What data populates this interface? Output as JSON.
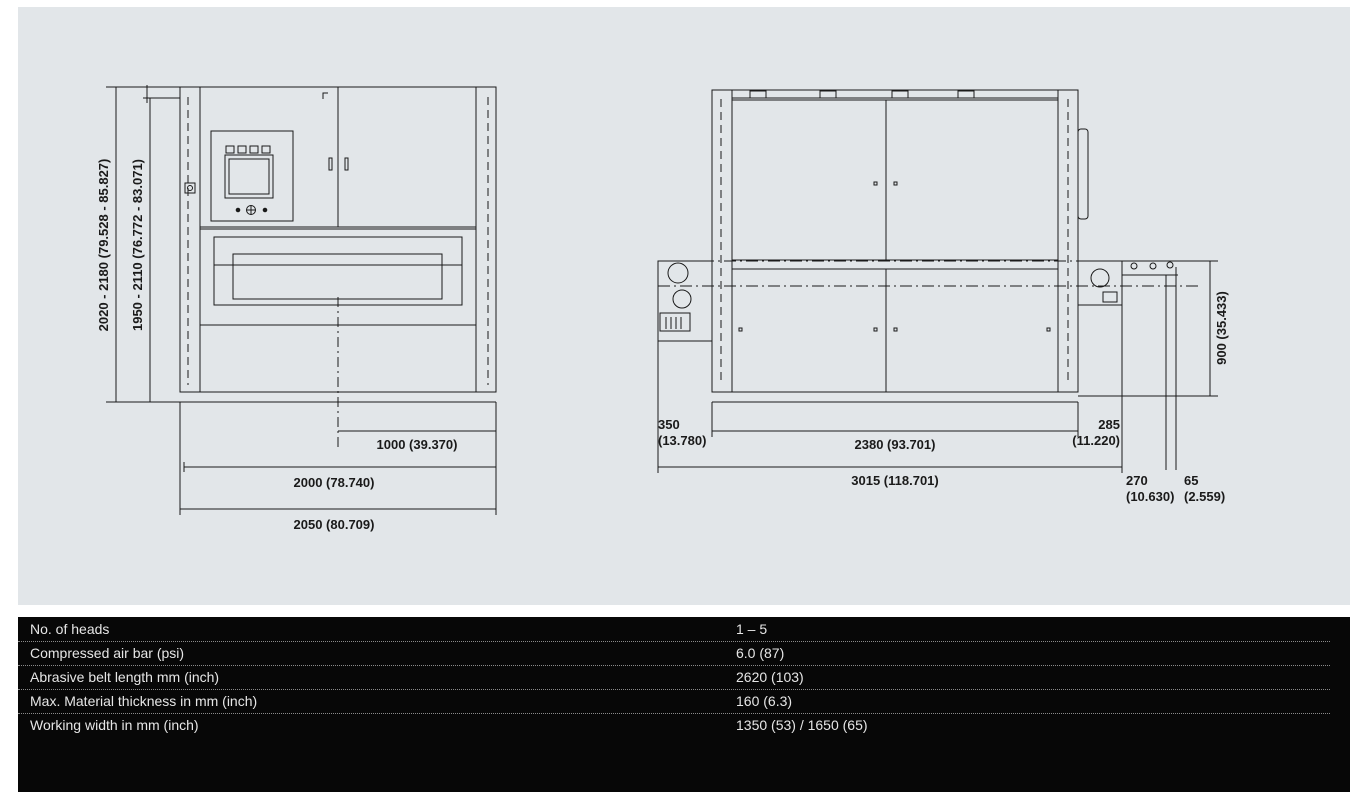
{
  "colors": {
    "drawing_background": "#e2e6e9",
    "line": "#1a1a1a",
    "table_background": "#070707",
    "table_text": "#e6e6e6",
    "table_divider": "#8a8a8a"
  },
  "front_view": {
    "height_outer": "2020 - 2180 (79.528 - 85.827)",
    "height_inner": "1950 - 2110 (76.772 - 83.071)",
    "center_offset": "1000 (39.370)",
    "width_inner": "2000 (78.740)",
    "width_outer": "2050 (80.709)"
  },
  "side_view": {
    "left_overhang_mm": "350",
    "left_overhang_in": "(13.780)",
    "body_length": "2380 (93.701)",
    "right_overhang_mm": "285",
    "right_overhang_in": "(11.220)",
    "total_length": "3015 (118.701)",
    "offset_270_mm": "270",
    "offset_270_in": "(10.630)",
    "offset_65_mm": "65",
    "offset_65_in": "(2.559)",
    "table_height": "900 (35.433)"
  },
  "specs": [
    {
      "label": "No. of heads",
      "value": "1 – 5"
    },
    {
      "label": "Compressed air bar (psi)",
      "value": "6.0 (87)"
    },
    {
      "label": "Abrasive belt length mm (inch)",
      "value": "2620 (103)"
    },
    {
      "label": "Max. Material thickness in mm (inch)",
      "value": "160 (6.3)"
    },
    {
      "label": "Working width in mm (inch)",
      "value": "1350  (53) / 1650 (65)"
    }
  ]
}
